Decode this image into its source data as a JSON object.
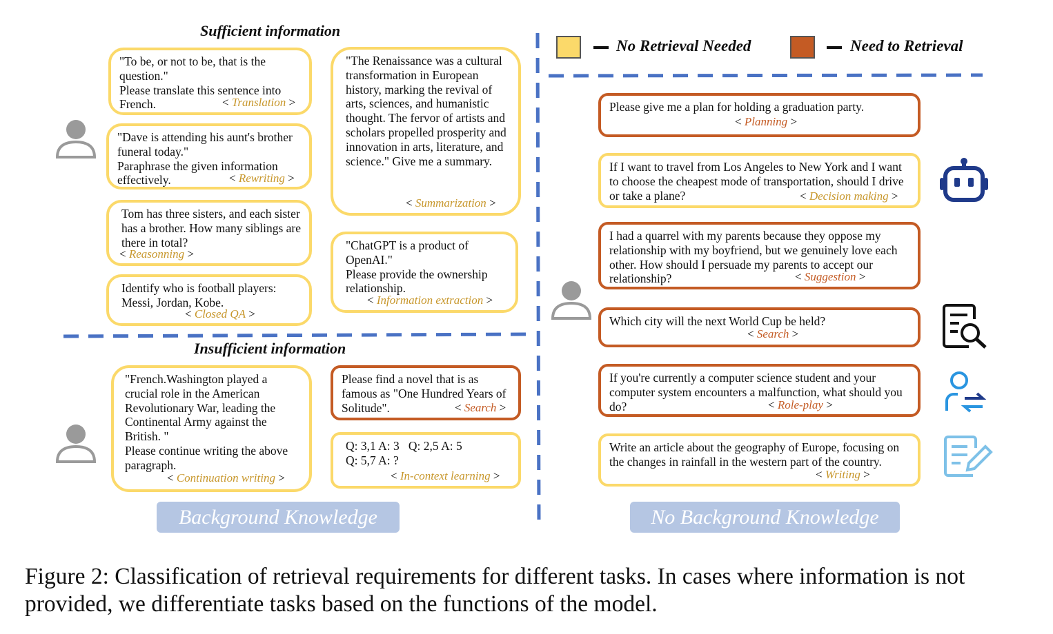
{
  "sections": {
    "sufficient": "Sufficient information",
    "insufficient": "Insufficient information"
  },
  "legend": {
    "no_retrieval": "No Retrieval Needed",
    "need_retrieval": "Need to Retrieval",
    "colors": {
      "no_retrieval": "#fbd96a",
      "need_retrieval": "#c45b24"
    }
  },
  "left_boxes": [
    {
      "text": "\"To be, or not to be, that is the question.\"\nPlease translate this sentence into French.",
      "tag": "Translation"
    },
    {
      "text": "\"Dave is attending his aunt's brother funeral today.\"\nParaphrase the given information effectively.",
      "tag": "Rewriting"
    },
    {
      "text": "Tom has three sisters, and each sister has a brother. How many siblings are there in total?",
      "tag": "Reasonning"
    },
    {
      "text": "Identify who is football players: Messi, Jordan, Kobe.",
      "tag": "Closed QA"
    },
    {
      "text": "\"The Renaissance was a cultural transformation in European history, marking the revival of arts, sciences, and humanistic thought. The fervor of artists and scholars propelled prosperity and innovation in arts, literature, and science.\" Give me a summary.",
      "tag": "Summarization"
    },
    {
      "text": "\"ChatGPT is a product of OpenAI.\"\nPlease provide the ownership relationship.",
      "tag": "Information extraction"
    },
    {
      "text": "\"French.Washington played a crucial role in the American Revolutionary War, leading the Continental Army against the British. \"\nPlease continue writing the above paragraph.",
      "tag": "Continuation writing"
    },
    {
      "text": "Please find a novel that is as famous as \"One Hundred Years of Solitude\".",
      "tag": "Search"
    },
    {
      "text": "Q: 3,1 A: 3   Q: 2,5 A: 5\nQ: 5,7 A: ?",
      "tag": "In-context learning"
    }
  ],
  "right_boxes": [
    {
      "text": "Please give me a plan for holding a graduation party.",
      "tag": "Planning"
    },
    {
      "text": "If I want to travel from Los Angeles to New York and I want to choose the cheapest mode of transportation, should I drive or take a plane?",
      "tag": "Decision making"
    },
    {
      "text": "I had a quarrel with my parents because they oppose my relationship with my boyfriend, but we genuinely love each other. How should I persuade my parents to accept our relationship?",
      "tag": "Suggestion"
    },
    {
      "text": "Which city will the next World Cup be held?",
      "tag": "Search"
    },
    {
      "text": "If you're currently a computer science student and your computer system encounters a malfunction, what should you do?",
      "tag": "Role-play"
    },
    {
      "text": "Write an article about the geography of Europe, focusing on the changes in rainfall in the western part of the country.",
      "tag": "Writing"
    }
  ],
  "footers": {
    "left": "Background Knowledge",
    "right": "No Background Knowledge"
  },
  "caption": "Figure 2:  Classification of retrieval requirements for different tasks. In cases where information is not provided, we differentiate tasks based on the functions of the model.",
  "icons": [
    "user-icon",
    "user-icon",
    "user-icon",
    "robot-icon",
    "document-search-icon",
    "role-swap-icon",
    "edit-document-icon"
  ]
}
